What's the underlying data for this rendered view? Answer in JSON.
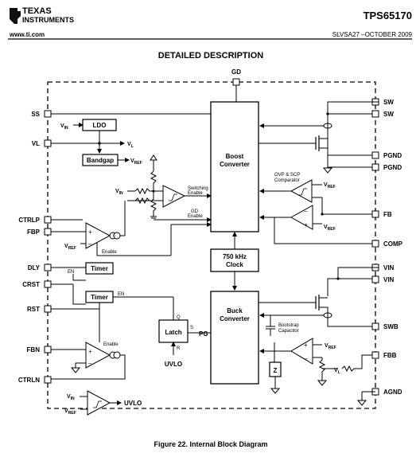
{
  "header": {
    "company_line1": "TEXAS",
    "company_line2": "INSTRUMENTS",
    "part_number": "TPS65170",
    "website": "www.ti.com",
    "doc_id": "SLVSA27 –OCTOBER 2009"
  },
  "section_title": "DETAILED DESCRIPTION",
  "figure_caption": "Figure 22.  Internal Block Diagram",
  "pins_left": [
    "SS",
    "VL",
    "CTRLP",
    "FBP",
    "DLY",
    "CRST",
    "RST",
    "FBN",
    "CTRLN"
  ],
  "pins_right": [
    "SW",
    "SW",
    "PGND",
    "PGND",
    "FB",
    "COMP",
    "VIN",
    "VIN",
    "SWB",
    "FBB",
    "AGND"
  ],
  "pin_top": "GD",
  "blocks": {
    "ldo": "LDO",
    "bandgap": "Bandgap",
    "boost_line1": "Boost",
    "boost_line2": "Converter",
    "osc_line1": "750 kHz",
    "osc_line2": "Clock",
    "buck_line1": "Buck",
    "buck_line2": "Converter",
    "timer1": "Timer",
    "timer2": "Timer",
    "latch": "Latch",
    "z": "Z"
  },
  "labels": {
    "vin": "V",
    "vin_sub": "IN",
    "vl": "V",
    "vl_sub": "L",
    "vref": "V",
    "vref_sub": "REF",
    "switching_enable_1": "Switching",
    "switching_enable_2": "Enable",
    "gd_enable_1": "GD",
    "gd_enable_2": "Enable",
    "ovp_1": "OVP & SCP",
    "ovp_2": "Comparator",
    "enable": "Enable",
    "en": "EN",
    "pg": "PG",
    "s": "S",
    "q": "Q",
    "r": "R",
    "uvlo": "UVLO",
    "bootstrap_1": "Bootstrap",
    "bootstrap_2": "Capacitor",
    "plus": "+",
    "minus": "–"
  }
}
